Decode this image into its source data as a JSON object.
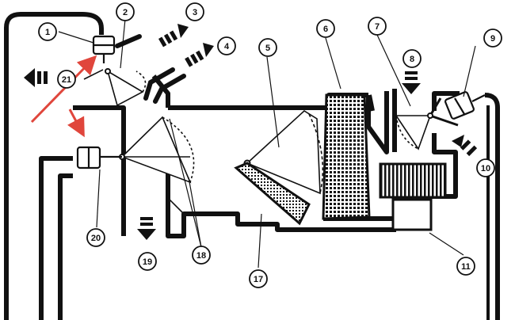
{
  "colors": {
    "ink": "#111111",
    "background": "#ffffff",
    "annotation": "#e0463c"
  },
  "callouts": [
    {
      "key": "c1",
      "label": "1"
    },
    {
      "key": "c2",
      "label": "2"
    },
    {
      "key": "c3",
      "label": "3"
    },
    {
      "key": "c4",
      "label": "4"
    },
    {
      "key": "c5",
      "label": "5"
    },
    {
      "key": "c6",
      "label": "6"
    },
    {
      "key": "c7",
      "label": "7"
    },
    {
      "key": "c8",
      "label": "8"
    },
    {
      "key": "c9",
      "label": "9"
    },
    {
      "key": "c10",
      "label": "10"
    },
    {
      "key": "c11",
      "label": "11"
    },
    {
      "key": "c17",
      "label": "17"
    },
    {
      "key": "c18",
      "label": "18"
    },
    {
      "key": "c19",
      "label": "19"
    },
    {
      "key": "c20",
      "label": "20"
    },
    {
      "key": "c21",
      "label": "21"
    }
  ]
}
